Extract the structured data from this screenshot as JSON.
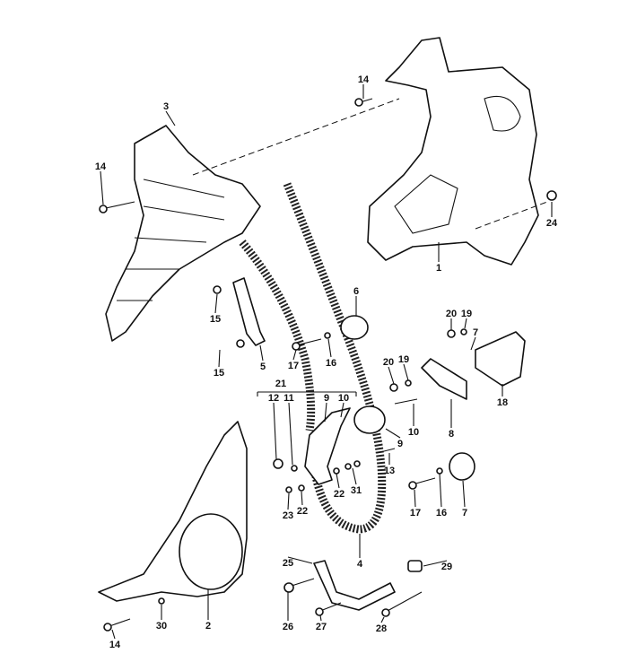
{
  "diagram": {
    "type": "exploded parts diagram - timing belt covers and tensioner",
    "callouts": [
      {
        "id": "c1",
        "label": "14"
      },
      {
        "id": "c2",
        "label": "3"
      },
      {
        "id": "c3",
        "label": "14"
      },
      {
        "id": "c4",
        "label": "24"
      },
      {
        "id": "c5",
        "label": "1"
      },
      {
        "id": "c6",
        "label": "15"
      },
      {
        "id": "c7",
        "label": "6"
      },
      {
        "id": "c8",
        "label": "20"
      },
      {
        "id": "c9",
        "label": "19"
      },
      {
        "id": "c10",
        "label": "7"
      },
      {
        "id": "c11",
        "label": "5"
      },
      {
        "id": "c12",
        "label": "17"
      },
      {
        "id": "c13",
        "label": "16"
      },
      {
        "id": "c14",
        "label": "20"
      },
      {
        "id": "c15",
        "label": "19"
      },
      {
        "id": "c16",
        "label": "18"
      },
      {
        "id": "c17",
        "label": "21"
      },
      {
        "id": "c18",
        "label": "12"
      },
      {
        "id": "c19",
        "label": "11"
      },
      {
        "id": "c20",
        "label": "9"
      },
      {
        "id": "c21",
        "label": "10"
      },
      {
        "id": "c22",
        "label": "10"
      },
      {
        "id": "c23",
        "label": "8"
      },
      {
        "id": "c24",
        "label": "9"
      },
      {
        "id": "c25",
        "label": "13"
      },
      {
        "id": "c26",
        "label": "22"
      },
      {
        "id": "c27",
        "label": "31"
      },
      {
        "id": "c28",
        "label": "23"
      },
      {
        "id": "c29",
        "label": "22"
      },
      {
        "id": "c30",
        "label": "17"
      },
      {
        "id": "c31",
        "label": "16"
      },
      {
        "id": "c32",
        "label": "7"
      },
      {
        "id": "c33",
        "label": "15"
      },
      {
        "id": "c34",
        "label": "4"
      },
      {
        "id": "c35",
        "label": "25"
      },
      {
        "id": "c36",
        "label": "29"
      },
      {
        "id": "c37",
        "label": "30"
      },
      {
        "id": "c38",
        "label": "2"
      },
      {
        "id": "c39",
        "label": "14"
      },
      {
        "id": "c40",
        "label": "26"
      },
      {
        "id": "c41",
        "label": "27"
      },
      {
        "id": "c42",
        "label": "28"
      }
    ]
  }
}
